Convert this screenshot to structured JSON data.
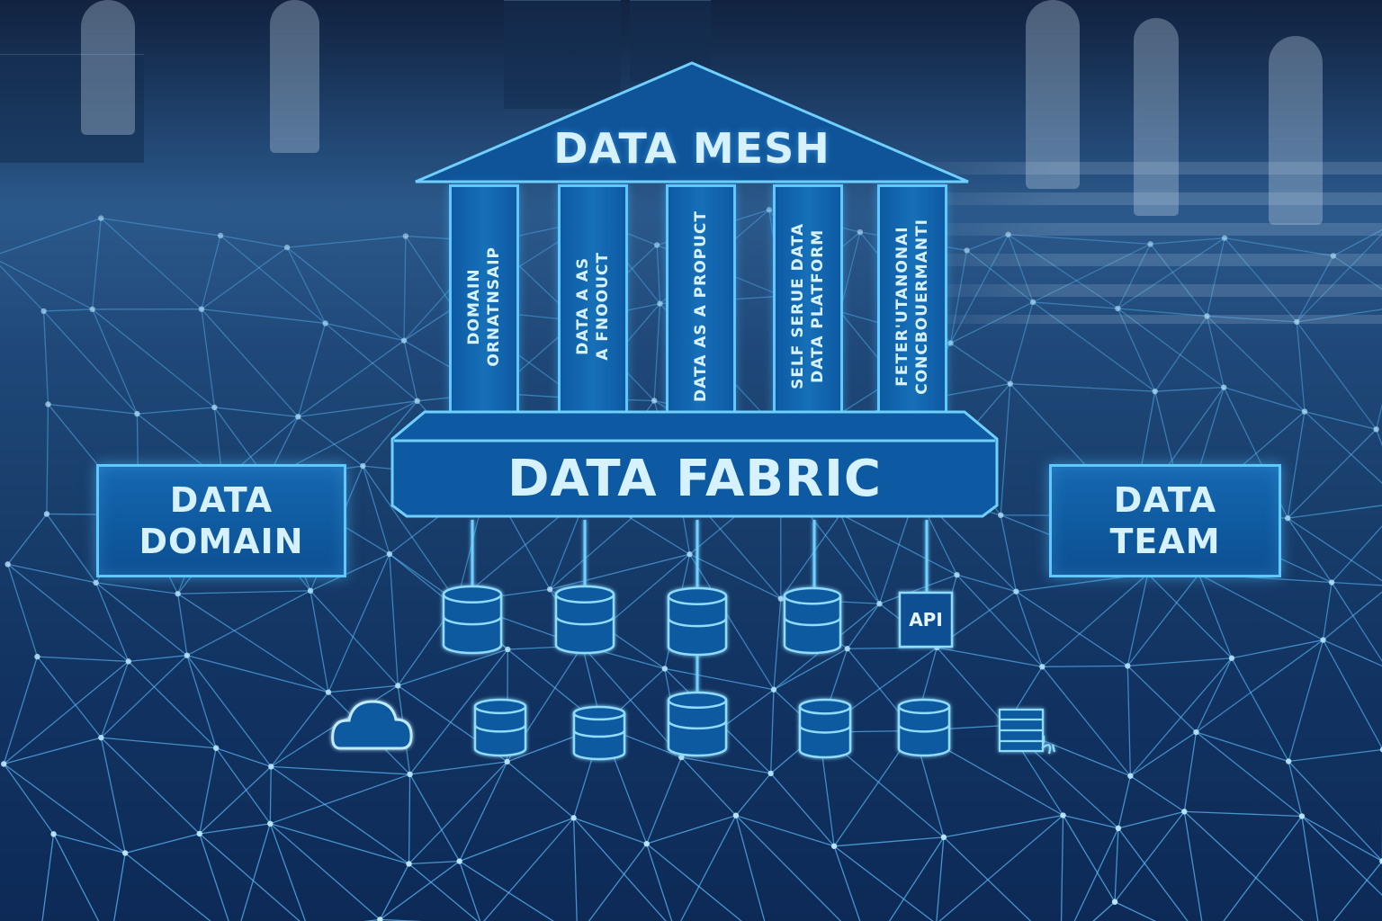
{
  "diagram": {
    "roof": {
      "title": "DATA MESH"
    },
    "pillars": [
      {
        "label": "DOMAIN\nORNATNSAIP"
      },
      {
        "label": "DATA A AS\nA FNOOUCT"
      },
      {
        "label": "DATA AS A PROPUCT"
      },
      {
        "label": "SELF SERUE DATA\nDATA PLATFORM"
      },
      {
        "label": "FETER'UTANONAI\nCONCBOUERMANTI"
      }
    ],
    "base": {
      "title": "DATA FABRIC"
    },
    "side_left": {
      "line1": "DATA",
      "line2": "DOMAIN"
    },
    "side_right": {
      "line1": "DATA",
      "line2": "TEAM"
    },
    "top_row_icons": [
      "database-icon",
      "database-icon",
      "database-icon",
      "database-icon",
      "api-icon"
    ],
    "api_label": "API",
    "bottom_row_icons": [
      "cloud-icon",
      "database-icon",
      "database-icon",
      "database-icon",
      "database-icon",
      "database-icon",
      "document-list-icon"
    ]
  },
  "colors": {
    "accent_glow": "#5ec8ff",
    "panel_fill": "#1262aa",
    "text": "#d6f1ff",
    "background_dark": "#0d2a57"
  }
}
